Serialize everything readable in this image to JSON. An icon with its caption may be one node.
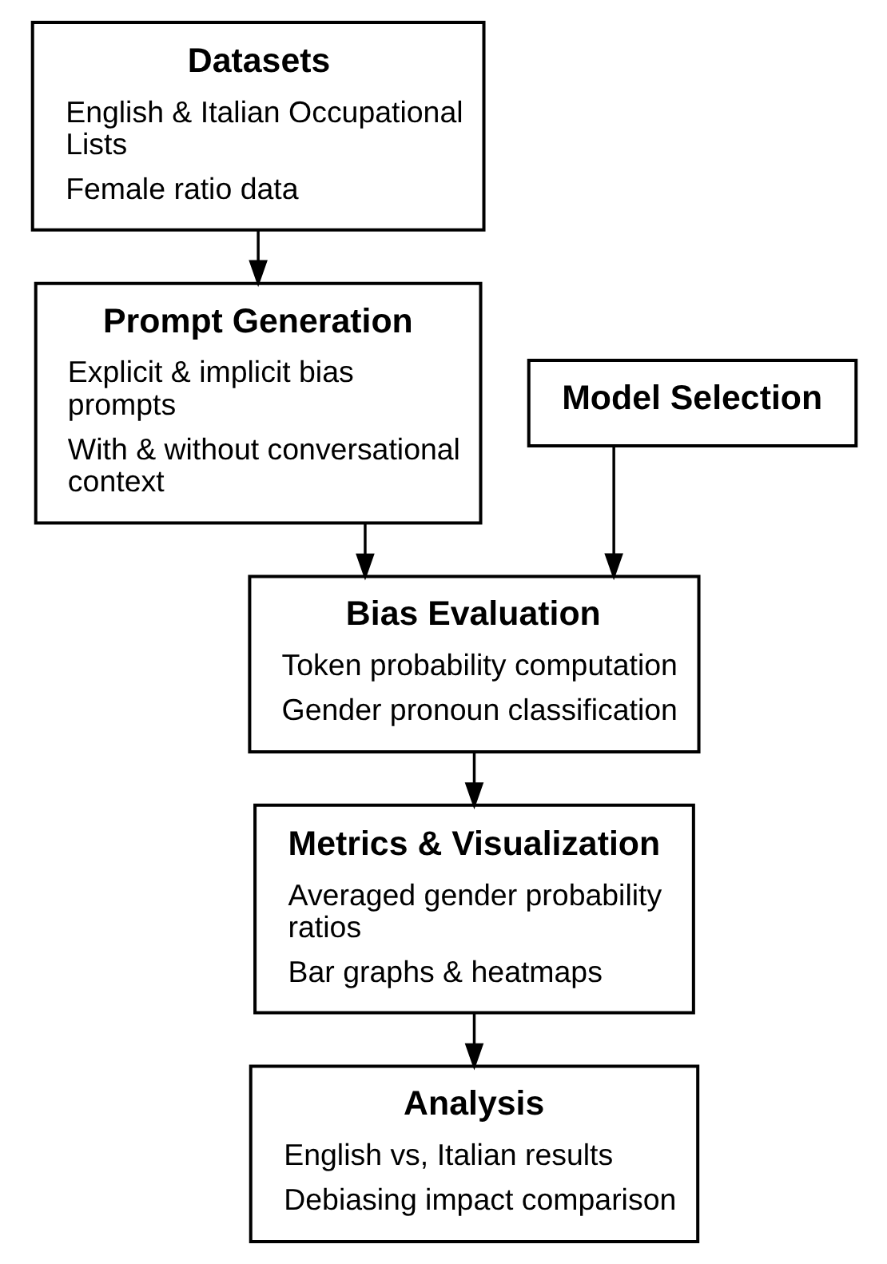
{
  "diagram": {
    "nodes": [
      {
        "text": [
          "Datasets",
          "English & Italian Occupational Lists",
          "Female ratio data"
        ]
      },
      {
        "text": [
          "Prompt Generation",
          "Explicit & implicit bias prompts",
          "With & without conversational context"
        ]
      },
      {
        "text": [
          "Model Selection"
        ]
      },
      {
        "text": [
          "Bias Evaluation",
          "Token probability computation",
          "Gender pronoun classification"
        ]
      },
      {
        "text": [
          "Metrics & Visualization",
          "Averaged gender probability ratios",
          "Bar graphs & heatmaps"
        ]
      },
      {
        "text": [
          "Analysis",
          "English vs, Italian results",
          "Debiasing impact comparison"
        ]
      }
    ],
    "edges": [
      {
        "from": 0,
        "to": 1,
        "arrow": "to"
      },
      {
        "from": 1,
        "to": 3,
        "arrow": "to"
      },
      {
        "from": 2,
        "to": 3,
        "arrow": "to"
      },
      {
        "from": 3,
        "to": 4,
        "arrow": "to"
      },
      {
        "from": 4,
        "to": 5,
        "arrow": "to"
      }
    ]
  }
}
